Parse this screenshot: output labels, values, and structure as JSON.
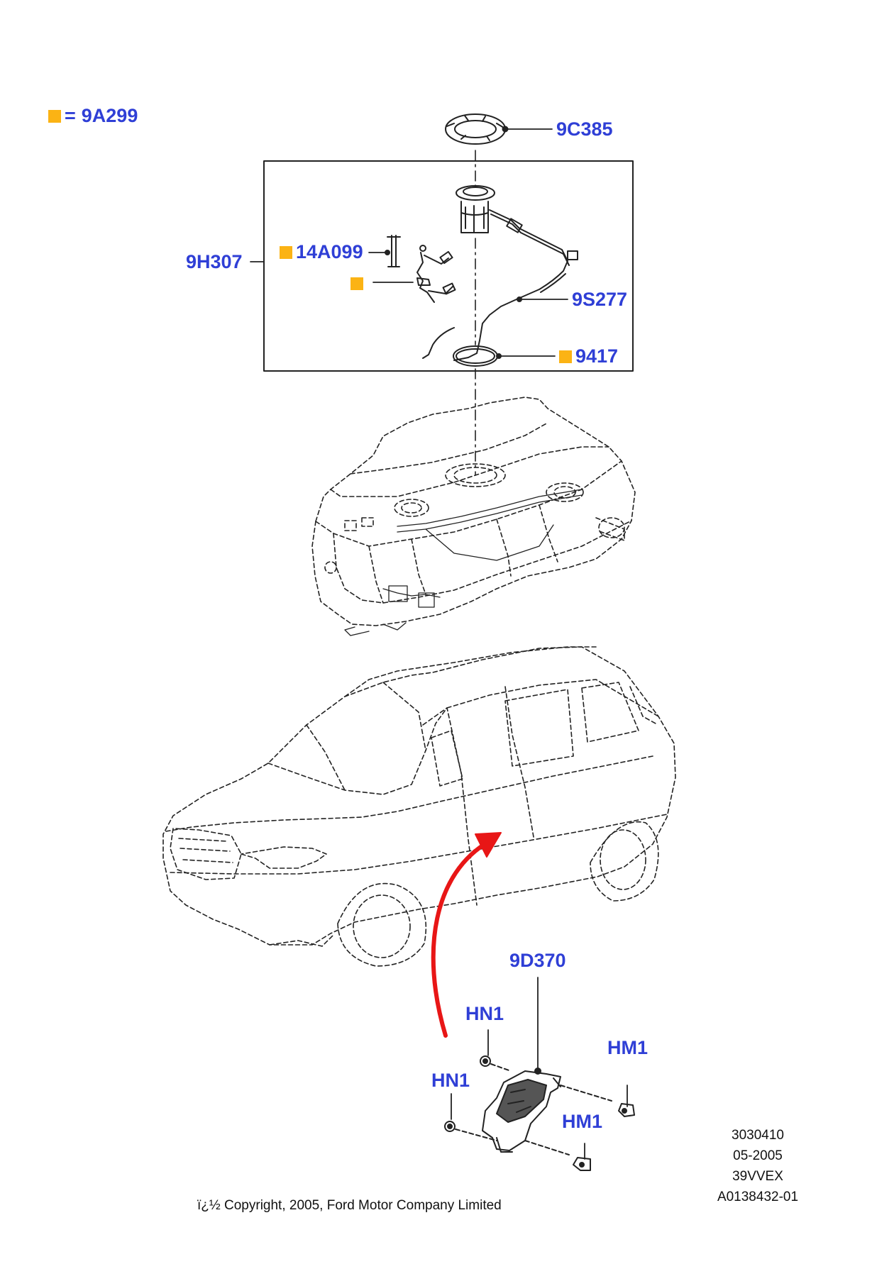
{
  "colors": {
    "callout_text": "#2f3fd6",
    "legend_marker": "#fbb314",
    "arrow": "#e81616",
    "linework": "#222222"
  },
  "legend": {
    "marker": "orange-square",
    "equals": "=",
    "part": "9A299"
  },
  "callouts": {
    "c9C385": "9C385",
    "c9H307": "9H307",
    "c14A099": "14A099",
    "c9S277": "9S277",
    "c9417": "9417",
    "c9D370": "9D370",
    "hn1_top": "HN1",
    "hn1_left": "HN1",
    "hm1_right": "HM1",
    "hm1_lower": "HM1"
  },
  "marked_with_legend": [
    "14A099",
    "unlabeled harness",
    "9417"
  ],
  "meta": {
    "illustration_number": "3030410",
    "date": "05-2005",
    "model_code": "39VVEX",
    "reference": "A0138432-01"
  },
  "copyright": "ï¿½ Copyright, 2005, Ford Motor Company Limited"
}
